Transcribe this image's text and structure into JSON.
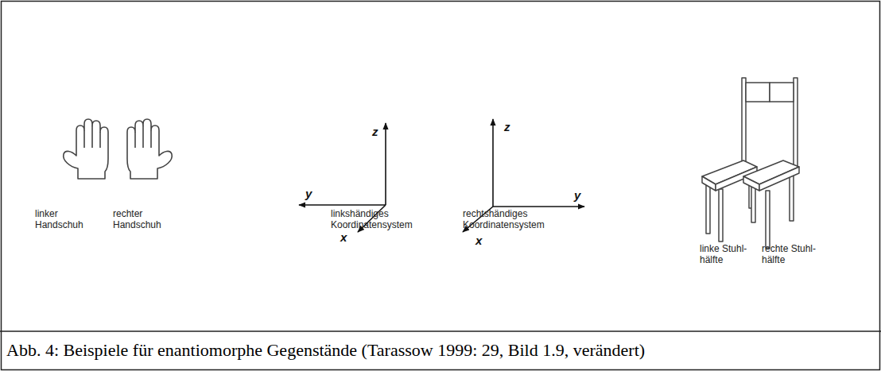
{
  "diagram": {
    "caption": "Abb. 4: Beispiele für enantiomorphe Gegenstände (Tarassow 1999: 29, Bild 1.9, verändert)",
    "labels": [
      "linker Handschuh",
      "rechter Handschuh",
      "z",
      "y",
      "x",
      "linkshändiges Koordinatensystem",
      "z",
      "y",
      "x",
      "rechtshändiges Koordinatensystem",
      "linke Stuhl- hälfte",
      "rechte Stuhl- hälfte"
    ]
  }
}
